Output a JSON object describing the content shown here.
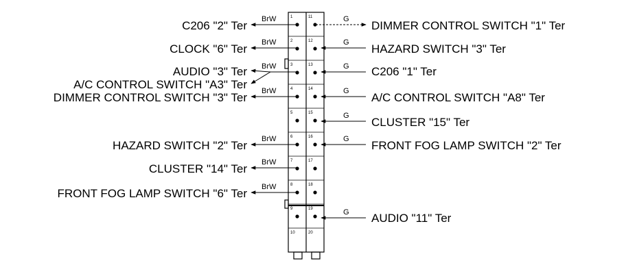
{
  "wire_colors": {
    "left": "BrW",
    "right": "G"
  },
  "pins": [
    "1",
    "2",
    "3",
    "4",
    "5",
    "6",
    "7",
    "8",
    "9",
    "10",
    "11",
    "12",
    "13",
    "14",
    "15",
    "16",
    "17",
    "18",
    "19",
    "20"
  ],
  "left_labels": [
    "C206 \"2\" Ter",
    "CLOCK \"6\" Ter",
    "AUDIO \"3\" Ter",
    "A/C CONTROL SWITCH \"A3\" Ter",
    "DIMMER CONTROL SWITCH \"3\" Ter",
    "HAZARD SWITCH \"2\" Ter",
    "CLUSTER \"14\" Ter",
    "FRONT FOG LAMP SWITCH \"6\" Ter"
  ],
  "right_labels": [
    "DIMMER CONTROL SWITCH \"1\" Ter",
    "HAZARD SWITCH \"3\" Ter",
    "C206 \"1\" Ter",
    "A/C CONTROL SWITCH \"A8\" Ter",
    "CLUSTER \"15\" Ter",
    "FRONT FOG LAMP SWITCH \"2\" Ter",
    "AUDIO \"11\" Ter"
  ]
}
